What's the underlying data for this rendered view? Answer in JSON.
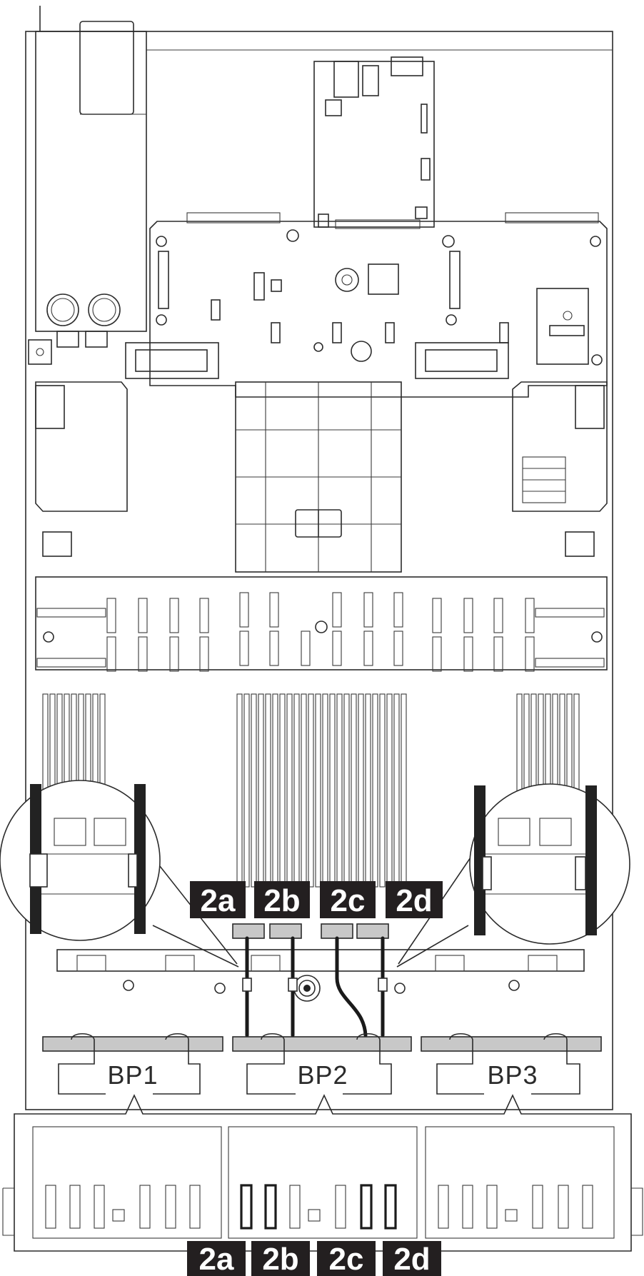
{
  "callouts_top": [
    "2a",
    "2b",
    "2c",
    "2d"
  ],
  "callouts_bottom": [
    "2a",
    "2b",
    "2c",
    "2d"
  ],
  "backplanes": [
    "BP1",
    "BP2",
    "BP3"
  ],
  "colors": {
    "line": "#2b2b2b",
    "label_bg": "#231f20",
    "label_text": "#ffffff",
    "highlight_fill": "#c8c8c8"
  }
}
